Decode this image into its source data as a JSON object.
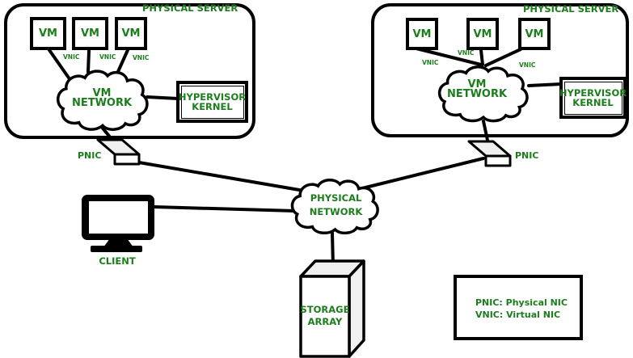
{
  "colors": {
    "text_green": "#1b7d1b",
    "line_black": "#000000",
    "shade_gray": "#f0f0f0"
  },
  "left_server": {
    "title": "PHYSICAL SERVER",
    "vm1": "VM",
    "vm2": "VM",
    "vm3": "VM",
    "vnic1": "VNIC",
    "vnic2": "VNIC",
    "vnic3": "VNIC",
    "network_line1": "VM",
    "network_line2": "NETWORK",
    "hypervisor_line1": "HYPERVISOR",
    "hypervisor_line2": "KERNEL",
    "pnic": "PNIC"
  },
  "right_server": {
    "title": "PHYSICAL SERVER",
    "vm1": "VM",
    "vm2": "VM",
    "vm3": "VM",
    "vnic1": "VNIC",
    "vnic2": "VNIC",
    "vnic3": "VNIC",
    "network_line1": "VM",
    "network_line2": "NETWORK",
    "hypervisor_line1": "HYPERVISOR",
    "hypervisor_line2": "KERNEL",
    "pnic": "PNIC"
  },
  "physical_network": {
    "line1": "PHYSICAL",
    "line2": "NETWORK"
  },
  "client": {
    "label": "CLIENT"
  },
  "storage": {
    "line1": "STORAGE",
    "line2": "ARRAY"
  },
  "legend": {
    "line1": "PNIC: Physical NIC",
    "line2": "VNIC: Virtual NIC"
  }
}
